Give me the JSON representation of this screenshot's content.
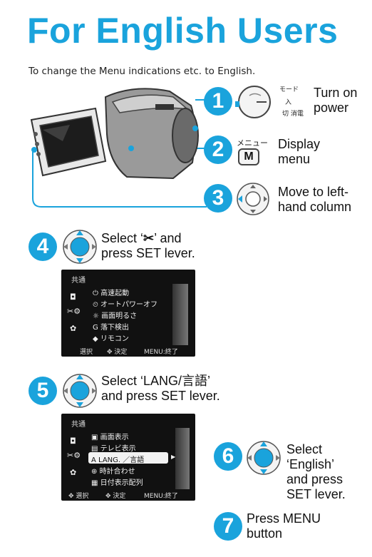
{
  "title": "For English Users",
  "subtitle": "To change the Menu indications etc. to English.",
  "steps": {
    "s1": {
      "num": "1",
      "text_line1": "Turn on",
      "text_line2": "power",
      "dial_top": "モード",
      "dial_mid": "入",
      "dial_bottom": "切 消電"
    },
    "s2": {
      "num": "2",
      "btn_label": "M",
      "jp_label": "メニュー",
      "text_line1": "Display",
      "text_line2": "menu"
    },
    "s3": {
      "num": "3",
      "text_line1": "Move to left-",
      "text_line2": "hand column"
    },
    "s4": {
      "num": "4",
      "text_line1": "Select ‘",
      "text_line1b": "’ and",
      "text_line2": "press SET lever."
    },
    "s5": {
      "num": "5",
      "text_line1": "Select ‘LANG/言語’",
      "text_line2": "and press SET lever."
    },
    "s6": {
      "num": "6",
      "text_line1": "Select",
      "text_line2": "‘English’",
      "text_line3": "and press",
      "text_line4": "SET lever."
    },
    "s7": {
      "num": "7",
      "text_line1": "Press MENU",
      "text_line2": "button"
    }
  },
  "screen1": {
    "header": "共通",
    "items": [
      "高速起動",
      "オートパワーオフ",
      "画面明るさ",
      "落下検出",
      "リモコン"
    ],
    "footer_left": "選択",
    "footer_mid": "決定",
    "footer_right": "MENU:終了"
  },
  "screen2": {
    "header": "共通",
    "items": [
      "画面表示",
      "テレビ表示",
      "LANG. ／言語",
      "時計合わせ",
      "日付表示配列"
    ],
    "footer_left": "選択",
    "footer_mid": "決定",
    "footer_right": "MENU:終了"
  },
  "colors": {
    "accent": "#1aa3dc",
    "screen_bg": "#111111"
  }
}
